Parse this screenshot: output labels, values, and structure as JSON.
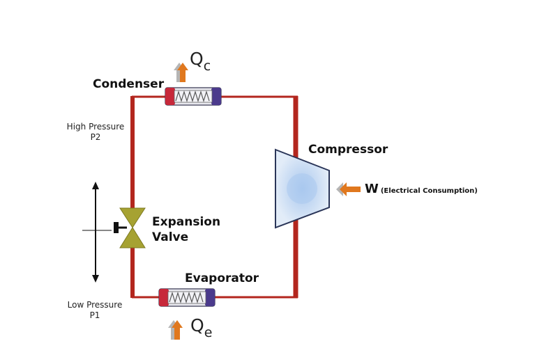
{
  "components": {
    "condenser": "Condenser",
    "compressor": "Compressor",
    "expansion_valve_line1": "Expansion",
    "expansion_valve_line2": "Valve",
    "evaporator": "Evaporator"
  },
  "pressures": {
    "high_line1": "High Pressure",
    "high_line2": "P2",
    "low_line1": "Low Pressure",
    "low_line2": "P1"
  },
  "heat": {
    "qc_symbol": "Q",
    "qc_subscript": "c",
    "qe_symbol": "Q",
    "qe_subscript": "e"
  },
  "work": {
    "symbol": "W",
    "note": "(Electrical Consumption)"
  },
  "colors": {
    "pipe": "#b3261e",
    "arrow_orange": "#e0781e",
    "arrow_gray": "#b5b5b5",
    "coil_red": "#c7283a",
    "coil_purple": "#4b3a8c",
    "valve": "#a6a232",
    "compressor_fill": "#d4e3f4",
    "compressor_stroke": "#2a3558"
  }
}
